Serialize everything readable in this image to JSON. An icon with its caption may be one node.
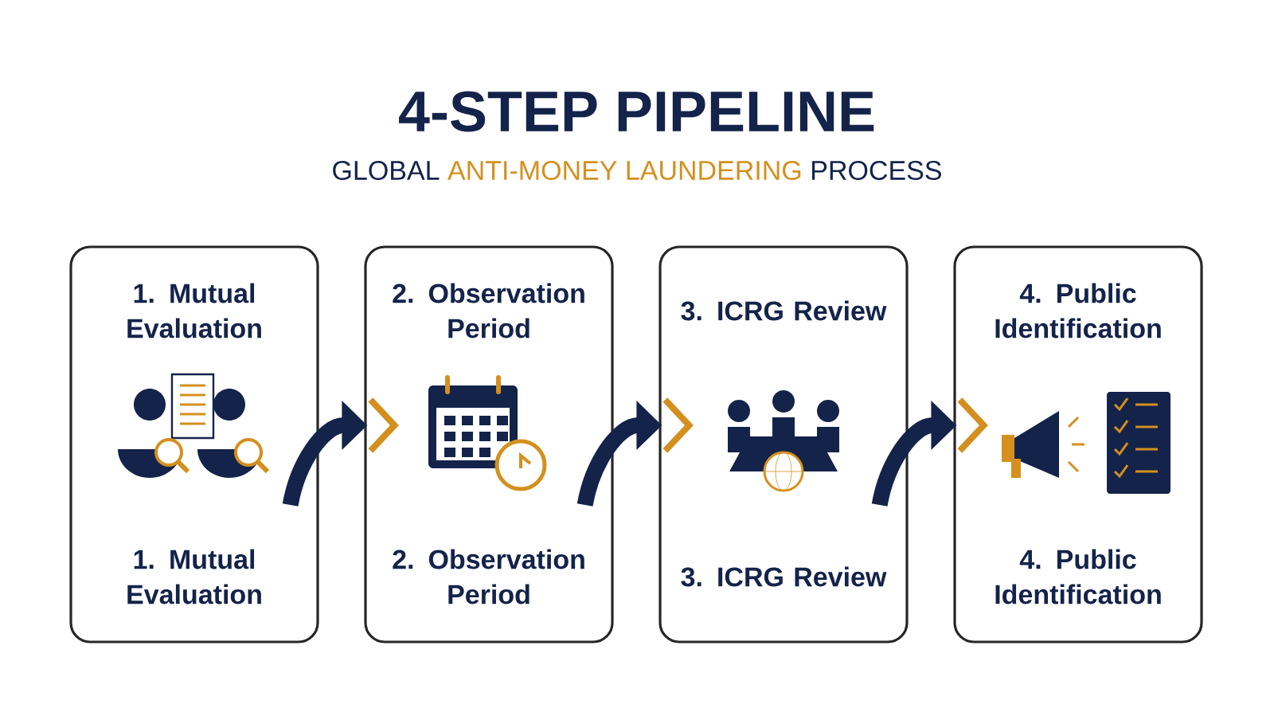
{
  "diagram": {
    "title": "4-STEP PIPELINE",
    "nodes": [
      {
        "text": [
          "1. Mutual Evaluation",
          "1. Mutual Evaluation"
        ]
      },
      {
        "text": [
          "2. Observation Period",
          "2. Observation Period"
        ]
      },
      {
        "text": [
          "3. ICRG Review",
          "3. ICRG Review"
        ]
      },
      {
        "text": [
          "4. Public Identification",
          "4. Public Identification"
        ]
      }
    ],
    "edges": [
      {
        "from": 0,
        "to": 1,
        "arrow": "to"
      },
      {
        "from": 1,
        "to": 2,
        "arrow": "to"
      },
      {
        "from": 2,
        "to": 3,
        "arrow": "to"
      }
    ],
    "labels": [
      "GLOBAL",
      "ANTI-MONEY LAUNDERING",
      "PROCESS"
    ]
  }
}
